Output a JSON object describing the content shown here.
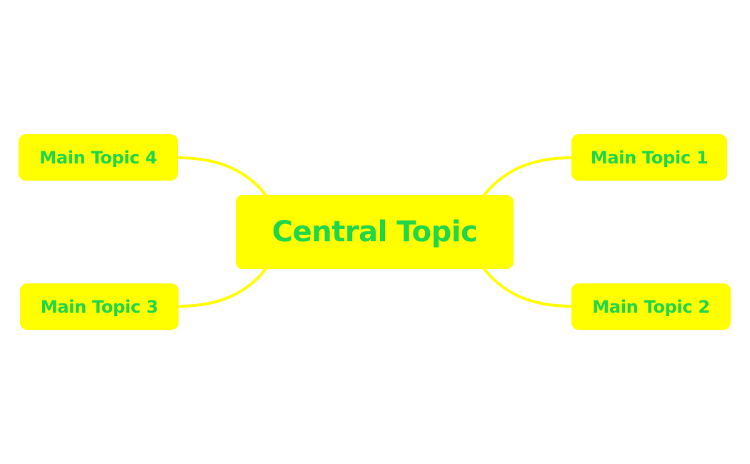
{
  "colors": {
    "node_fill": "#ffff00",
    "connector": "#ffff00",
    "text": "#22d64a",
    "background": "#ffffff"
  },
  "central": {
    "label": "Central Topic"
  },
  "topics": [
    {
      "label": "Main Topic 1"
    },
    {
      "label": "Main Topic 2"
    },
    {
      "label": "Main Topic 3"
    },
    {
      "label": "Main Topic 4"
    }
  ]
}
